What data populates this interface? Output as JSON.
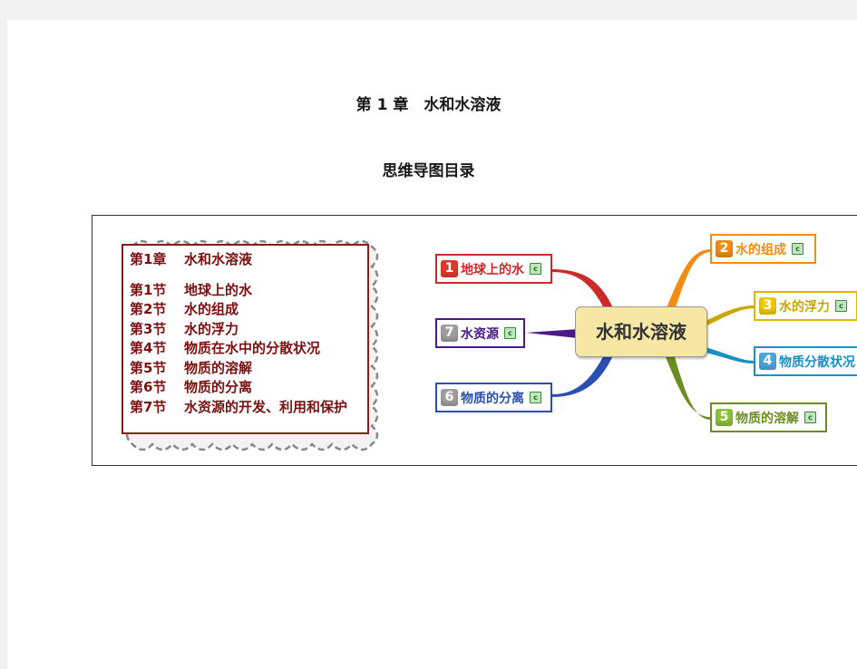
{
  "doc": {
    "chapter_title": "第 1 章　水和水溶液",
    "subtitle": "思维导图目录"
  },
  "toc": {
    "chapter": {
      "num": "第1章",
      "title": "水和水溶液"
    },
    "sections": [
      {
        "num": "第1节",
        "title": "地球上的水"
      },
      {
        "num": "第2节",
        "title": "水的组成"
      },
      {
        "num": "第3节",
        "title": "水的浮力"
      },
      {
        "num": "第4节",
        "title": "物质在水中的分散状况"
      },
      {
        "num": "第5节",
        "title": "物质的溶解"
      },
      {
        "num": "第6节",
        "title": "物质的分离"
      },
      {
        "num": "第7节",
        "title": "水资源的开发、利用和保护"
      }
    ]
  },
  "mindmap": {
    "center": "水和水溶液",
    "branches": [
      {
        "n": "1",
        "label": "地球上的水",
        "color": "#cc2b2b",
        "badge": "#e0392c"
      },
      {
        "n": "2",
        "label": "水的组成",
        "color": "#f28c13",
        "badge": "#f28c13"
      },
      {
        "n": "3",
        "label": "水的浮力",
        "color": "#c9a600",
        "badge": "#f0c800"
      },
      {
        "n": "4",
        "label": "物质分散状况",
        "color": "#1a8fc4",
        "badge": "#4aa8dc"
      },
      {
        "n": "5",
        "label": "物质的溶解",
        "color": "#6b8e23",
        "badge": "#8dc23a"
      },
      {
        "n": "6",
        "label": "物质的分离",
        "color": "#2a4fb0",
        "badge": "#a0a0a0"
      },
      {
        "n": "7",
        "label": "水资源",
        "color": "#4a1a8a",
        "badge": "#a0a0a0"
      }
    ],
    "icon_text": "c"
  }
}
